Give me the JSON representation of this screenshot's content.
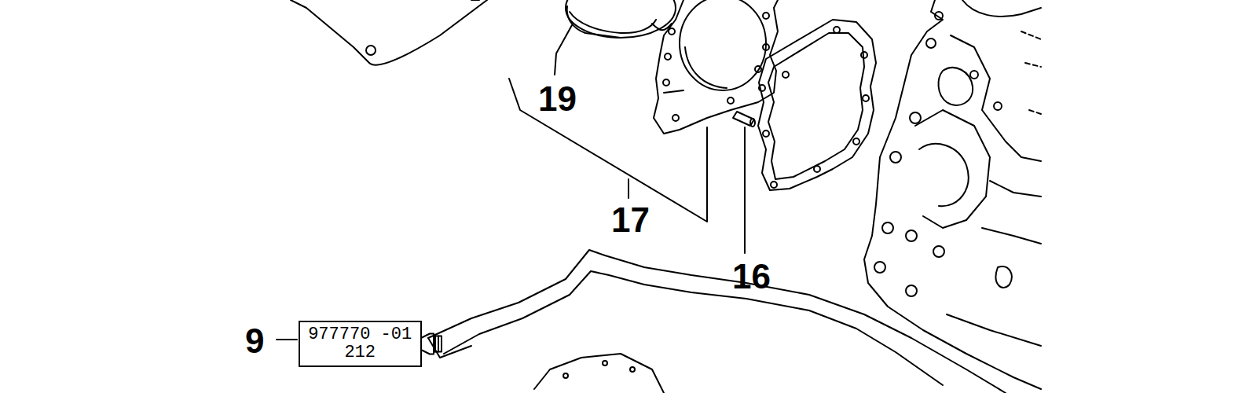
{
  "diagram": {
    "nodes": [
      {
        "text": [
          "977770 -01212"
        ]
      }
    ],
    "edges": [],
    "labels": [
      "19",
      "17",
      "16",
      "9"
    ]
  }
}
